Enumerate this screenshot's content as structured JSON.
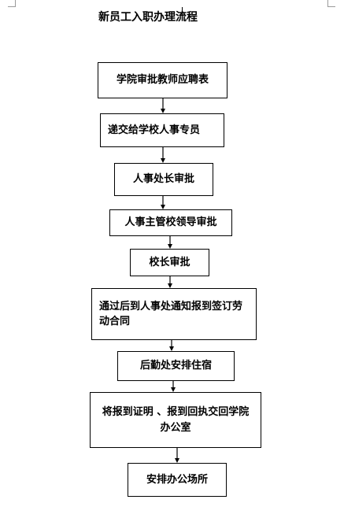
{
  "title": "新员工入职办理流程",
  "steps": [
    "学院审批教师应聘表",
    "递交给学校人事专员",
    "人事处长审批",
    "人事主管校领导审批",
    "校长审批",
    "通过后到人事处通知报到签订劳动合同",
    "后勤处安排住宿",
    "将报到证明 、报到回执交回学院办公室",
    "安排办公场所"
  ]
}
